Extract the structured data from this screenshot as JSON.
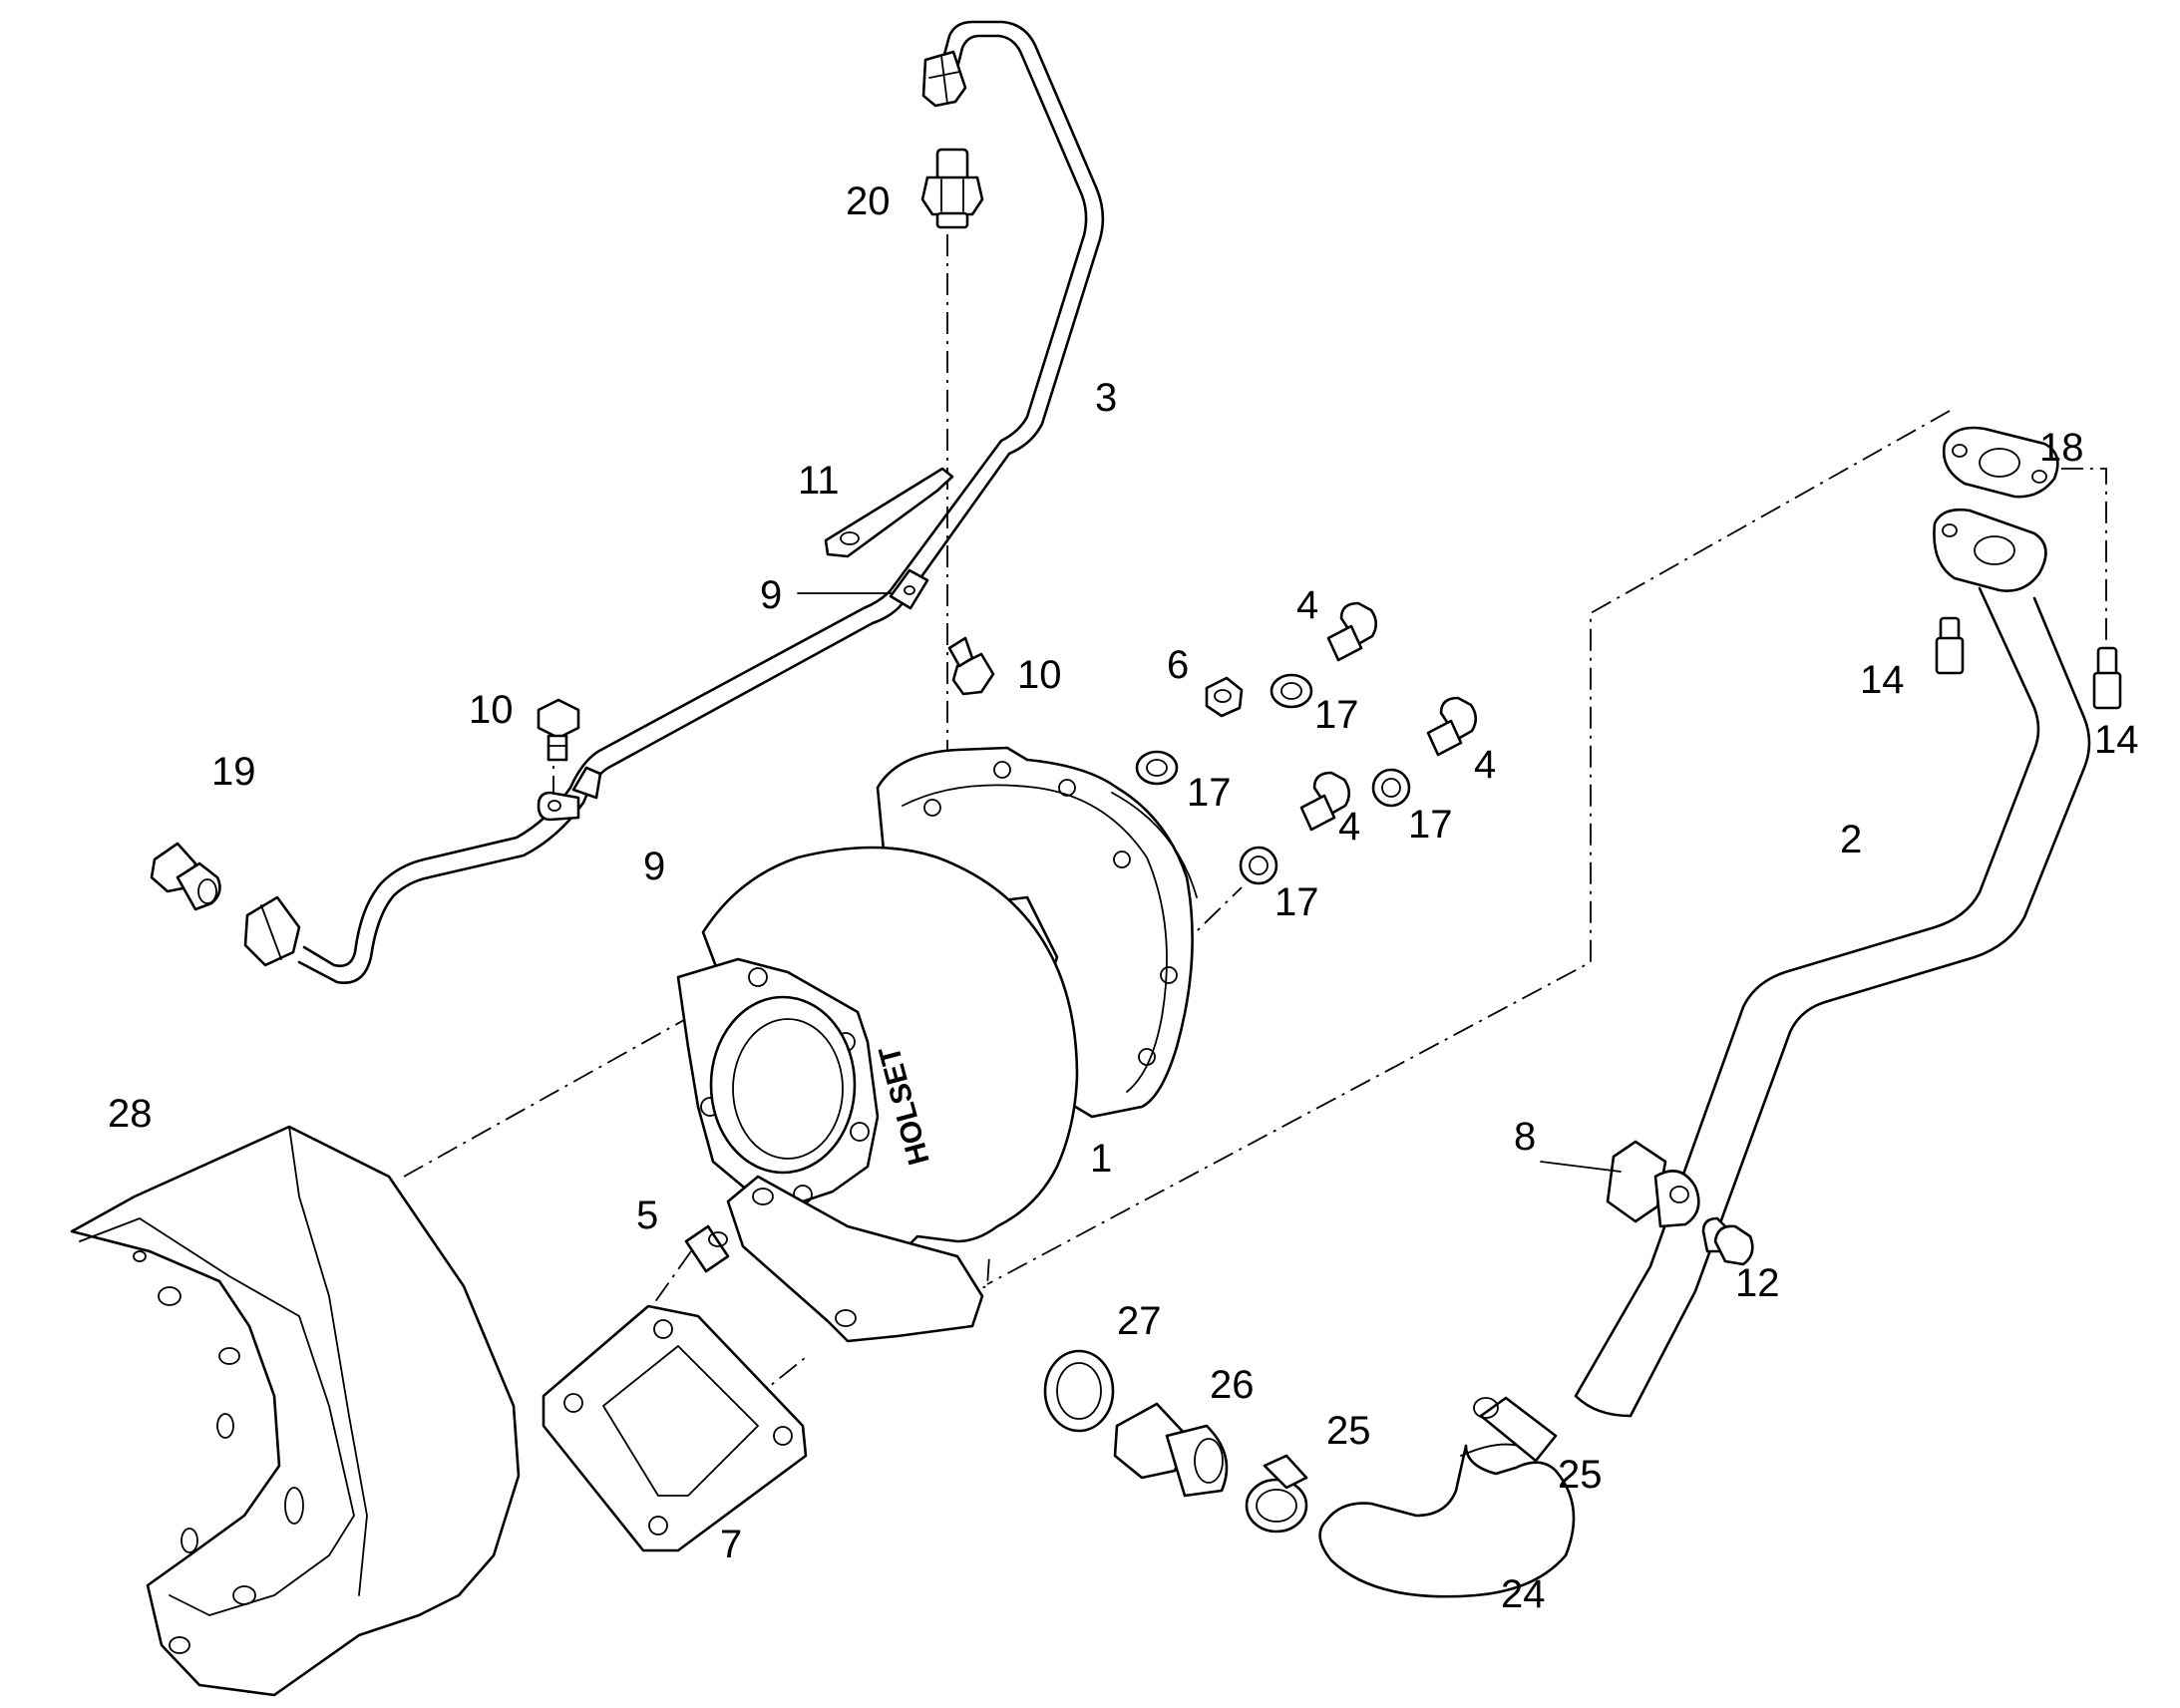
{
  "callouts": [
    {
      "id": "c1",
      "text": "1"
    },
    {
      "id": "c2",
      "text": "2"
    },
    {
      "id": "c3",
      "text": "3"
    },
    {
      "id": "c4a",
      "text": "4"
    },
    {
      "id": "c4b",
      "text": "4"
    },
    {
      "id": "c4c",
      "text": "4"
    },
    {
      "id": "c5",
      "text": "5"
    },
    {
      "id": "c6",
      "text": "6"
    },
    {
      "id": "c7",
      "text": "7"
    },
    {
      "id": "c8",
      "text": "8"
    },
    {
      "id": "c9a",
      "text": "9"
    },
    {
      "id": "c9b",
      "text": "9"
    },
    {
      "id": "c10a",
      "text": "10"
    },
    {
      "id": "c10b",
      "text": "10"
    },
    {
      "id": "c11",
      "text": "11"
    },
    {
      "id": "c12",
      "text": "12"
    },
    {
      "id": "c14a",
      "text": "14"
    },
    {
      "id": "c14b",
      "text": "14"
    },
    {
      "id": "c17a",
      "text": "17"
    },
    {
      "id": "c17b",
      "text": "17"
    },
    {
      "id": "c17c",
      "text": "17"
    },
    {
      "id": "c17d",
      "text": "17"
    },
    {
      "id": "c18",
      "text": "18"
    },
    {
      "id": "c19",
      "text": "19"
    },
    {
      "id": "c20",
      "text": "20"
    },
    {
      "id": "c24",
      "text": "24"
    },
    {
      "id": "c25a",
      "text": "25"
    },
    {
      "id": "c25b",
      "text": "25"
    },
    {
      "id": "c26",
      "text": "26"
    },
    {
      "id": "c27",
      "text": "27"
    },
    {
      "id": "c28",
      "text": "28"
    }
  ],
  "turbo_brand": "HOLSET"
}
